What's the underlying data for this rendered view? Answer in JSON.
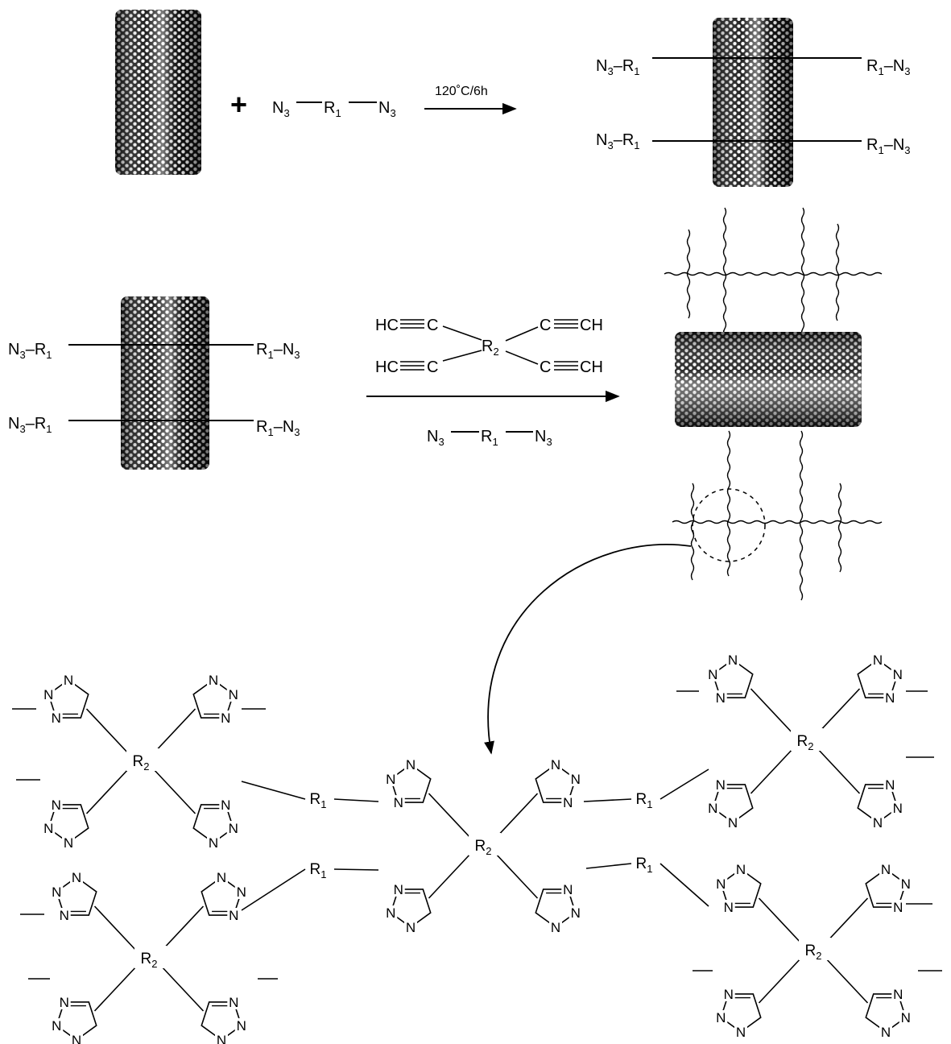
{
  "reaction1": {
    "plus": "+",
    "reagent": [
      "N",
      "3",
      "R",
      "1",
      "N",
      "3"
    ],
    "condition": "120˚C/6h"
  },
  "labels": {
    "n": "N",
    "sub3": "3",
    "sub1": "1",
    "sub2": "2",
    "r": "R",
    "alkyne_hc": "HC",
    "alkyne_c": "C",
    "alkyne_ch": "CH"
  },
  "colors": {
    "ink": "#000000",
    "tube_dark": "#111111",
    "tube_light": "#bdbdbd",
    "background": "#ffffff"
  },
  "icons": [
    "carbon-nanotube-icon",
    "reaction-arrow-icon",
    "wavy-polymer-chain-icon",
    "curved-arrow-icon"
  ]
}
